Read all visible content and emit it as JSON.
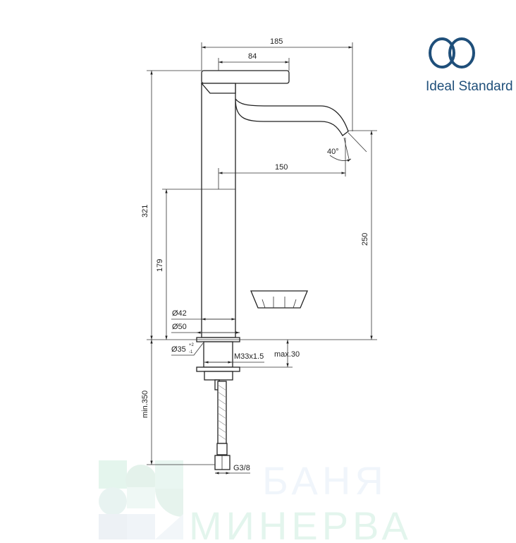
{
  "brand": {
    "name": "Ideal Standard",
    "color": "#1f4f7a"
  },
  "dimensions": {
    "overall_width": "185",
    "handle_width": "84",
    "spout_angle": "40°",
    "spout_reach": "150",
    "total_height": "321",
    "body_height": "179",
    "spout_height": "250",
    "d42": "Ø42",
    "d50": "Ø50",
    "d35": "Ø35",
    "d35_tol_upper": "+2",
    "d35_tol_lower": "-1",
    "thread": "M33x1.5",
    "max_thickness": "max.30",
    "min_hose": "min.350",
    "connection": "G3/8"
  },
  "watermark": {
    "line1": "БАНЯ",
    "line2": "МИНЕРВА"
  }
}
